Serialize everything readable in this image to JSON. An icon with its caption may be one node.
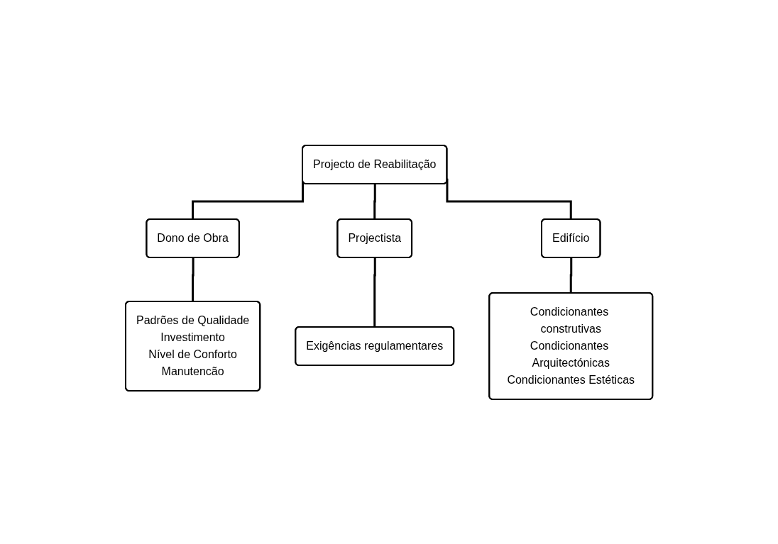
{
  "diagram": {
    "nodes": [
      {
        "text": [
          "Projecto de Reabilitação"
        ]
      },
      {
        "text": [
          "Dono de Obra"
        ]
      },
      {
        "text": [
          "Padrões de Qualidade",
          "Investimento",
          "Nível de Conforto",
          "Manutencão"
        ]
      },
      {
        "text": [
          "Projectista"
        ]
      },
      {
        "text": [
          "Exigências regulamentares"
        ]
      },
      {
        "text": [
          "Edifício"
        ]
      },
      {
        "text": [
          "Condicionantes construtivas",
          "Condicionantes Arquitectónicas",
          "Condicionantes Estéticas"
        ]
      }
    ],
    "edges": [
      {
        "from": 0,
        "to": 1,
        "arrow": "none"
      },
      {
        "from": 1,
        "to": 2,
        "arrow": "none"
      },
      {
        "from": 0,
        "to": 3,
        "arrow": "none"
      },
      {
        "from": 3,
        "to": 4,
        "arrow": "none"
      },
      {
        "from": 0,
        "to": 5,
        "arrow": "none"
      },
      {
        "from": 5,
        "to": 6,
        "arrow": "none"
      }
    ]
  }
}
